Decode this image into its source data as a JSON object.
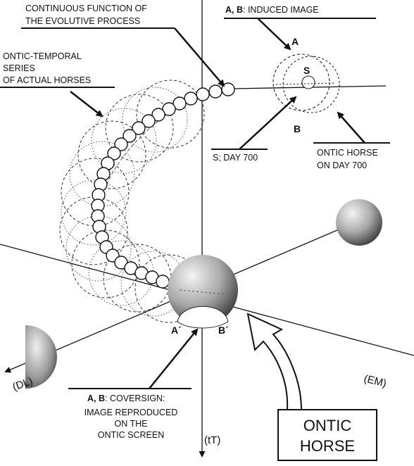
{
  "labels": {
    "continuous_1": "CONTINUOUS FUNCTION OF",
    "continuous_2": "THE EVOLUTIVE PROCESS",
    "series_1": "ONTIC-TEMPORAL",
    "series_2": "SERIES",
    "series_3": "OF ACTUAL HORSES",
    "induced_prefix": "A, B",
    "induced_suffix": ": INDUCED IMAGE",
    "point_a": "A",
    "point_s": "S",
    "point_b": "B",
    "day700": "S; DAY 700",
    "ontic700_1": "ONTIC HORSE",
    "ontic700_2": "ON DAY 700",
    "coversign_prefix": "A, B",
    "coversign_suffix": ": COVERSIGN:",
    "coversign_2": "IMAGE REPRODUCED",
    "coversign_3": "ON THE",
    "coversign_4": "ONTIC SCREEN",
    "a_prime": "A´",
    "b_prime": "B´",
    "axis_dl": "(DL)",
    "axis_em": "(EM)",
    "axis_tt": "(tT)",
    "box_1": "ONTIC",
    "box_2": "HORSE"
  },
  "colors": {
    "ink": "#111111",
    "sphere_light": "#f2f2f2",
    "sphere_dark": "#4a4a4a"
  }
}
